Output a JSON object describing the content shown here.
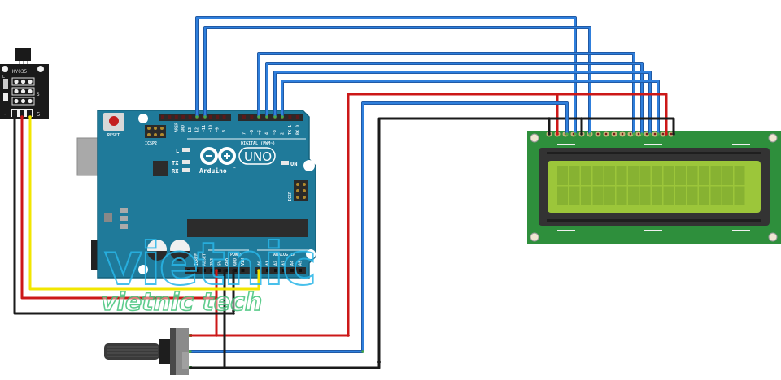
{
  "diagram": {
    "title": "Arduino UNO + Hall sensor module + 16x2 LCD + potentiometer wiring",
    "colors": {
      "wire_blue": "#2f7fdc",
      "wire_blue_edge": "#1b4f95",
      "wire_red": "#cc1818",
      "wire_black": "#1a1a1a",
      "wire_yellow": "#f2e600",
      "arduino_board": "#1f7a9a",
      "arduino_board_edge": "#15627d",
      "lcd_pcb": "#2e8f3c",
      "lcd_bezel": "#333333",
      "lcd_screen": "#9cc63a",
      "lcd_screen_cells": "#87b232",
      "header_black": "#2a2a2a",
      "pin_green": "#49a84a",
      "watermark_blue": "#29b6e8",
      "watermark_green": "#43c47a"
    },
    "arduino": {
      "reset_label": "RESET",
      "icsp2_label": "ICSP2",
      "icsp_label": "ICSP",
      "led_l_label": "L",
      "led_tx_label": "TX",
      "led_rx_label": "RX",
      "on_label": "ON",
      "brand_label": "Arduino",
      "trademark": "™",
      "model_label": "UNO",
      "digital_label": "DIGITAL (PWM~)",
      "power_label": "POWER",
      "analog_label": "ANALOG IN",
      "digital_pins": [
        "AREF",
        "GND",
        "13",
        "12",
        "~11",
        "~10",
        "~9",
        "8",
        "7",
        "~6",
        "~5",
        "4",
        "~3",
        "2",
        "TX 1",
        "RX 0"
      ],
      "power_pins": [
        "IOREF",
        "RESET",
        "3V3",
        "5V",
        "GND",
        "GND",
        "VIN"
      ],
      "analog_pins": [
        "A0",
        "A1",
        "A2",
        "A3",
        "A4",
        "A5"
      ]
    },
    "sensor": {
      "name": "Hall effect sensor module",
      "chip_label": "KY035",
      "pin_labels": [
        "-",
        "",
        "S"
      ],
      "side_labels": [
        "L",
        "S",
        "S"
      ]
    },
    "lcd": {
      "name": "16x2 LCD",
      "pin_count": 16,
      "rows": 2,
      "columns": 16
    },
    "potentiometer": {
      "name": "Potentiometer"
    },
    "watermark": {
      "primary": "vietnic",
      "secondary": "vietnic tech"
    }
  }
}
